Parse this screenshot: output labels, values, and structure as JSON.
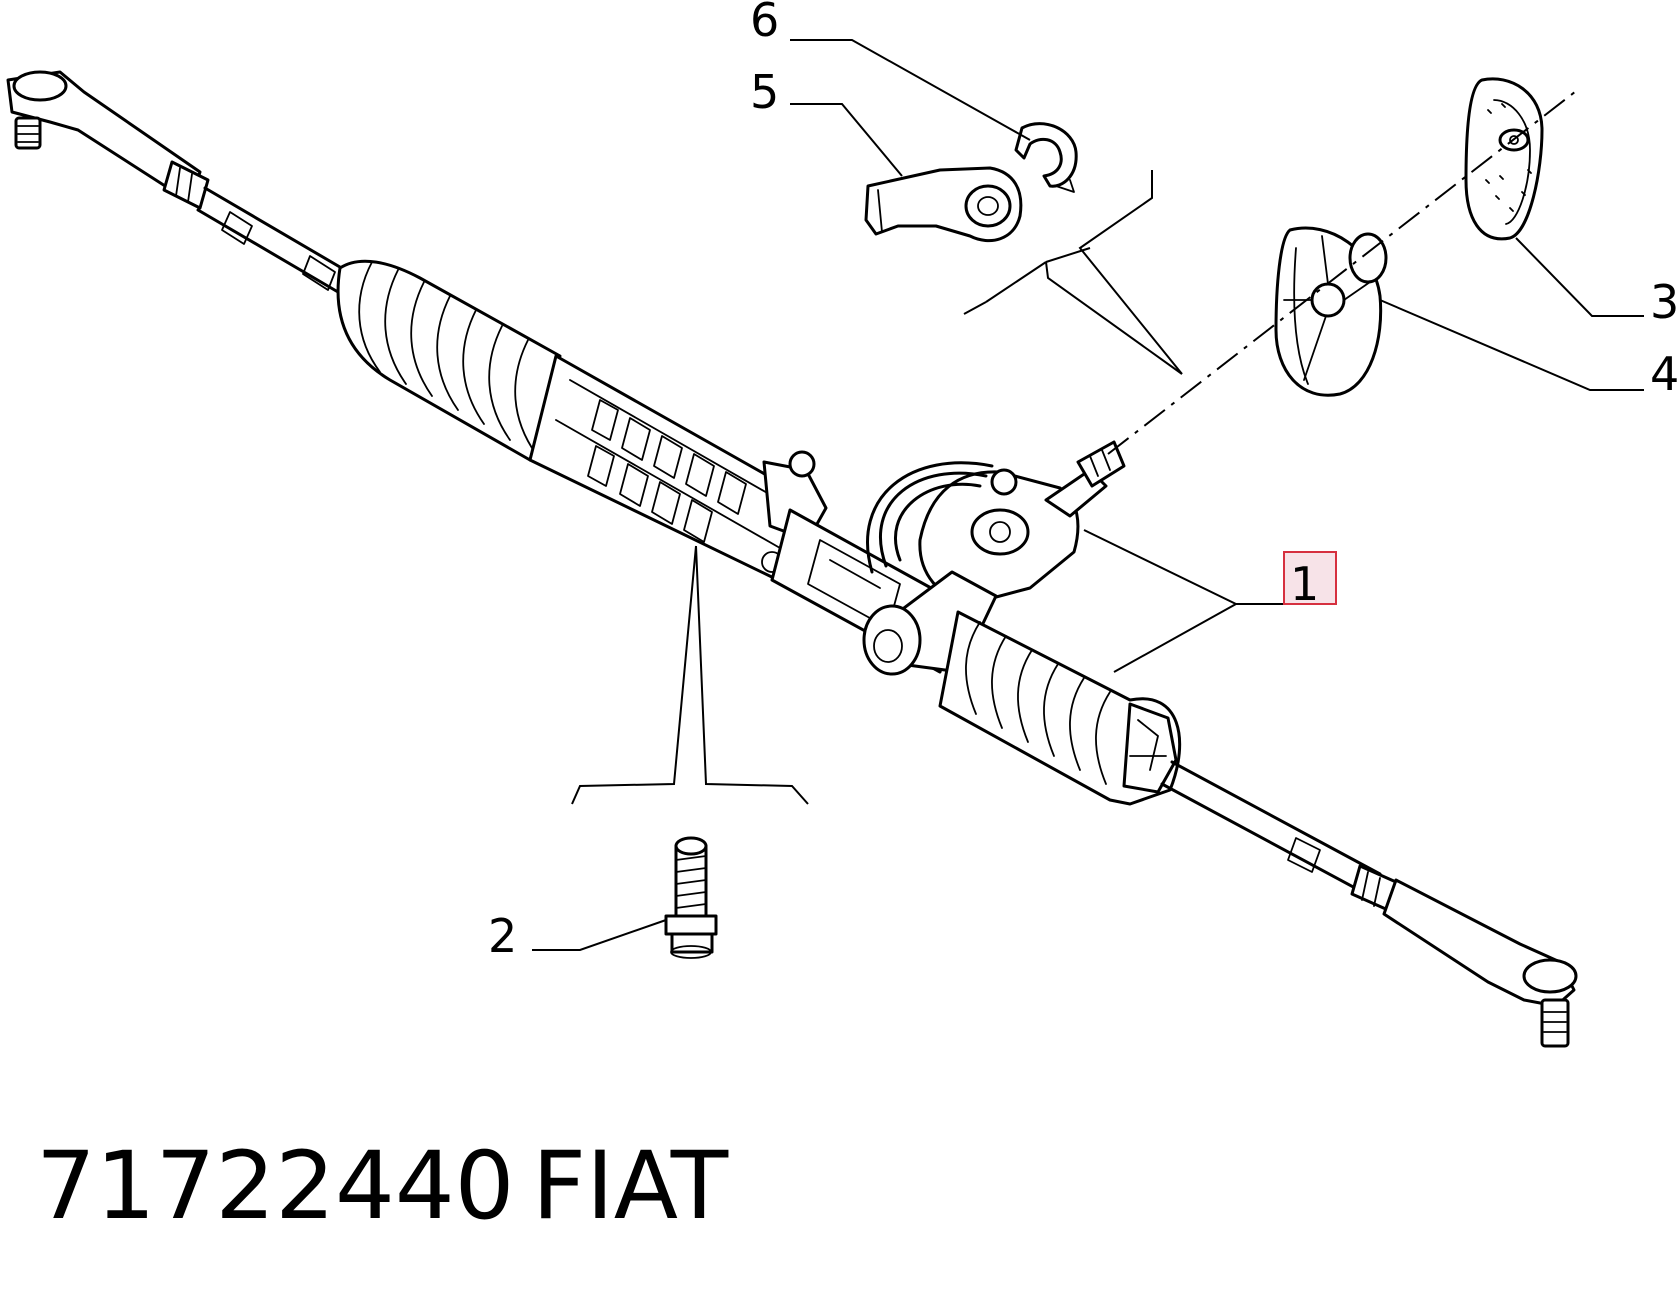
{
  "callouts": [
    {
      "id": "1",
      "label": "1",
      "highlighted": true
    },
    {
      "id": "2",
      "label": "2"
    },
    {
      "id": "3",
      "label": "3"
    },
    {
      "id": "4",
      "label": "4"
    },
    {
      "id": "5",
      "label": "5"
    },
    {
      "id": "6",
      "label": "6"
    }
  ],
  "footer": {
    "part_number": "71722440",
    "brand": "FIAT"
  },
  "colors": {
    "line": "#000000",
    "background": "#ffffff",
    "highlight_fill": "#f7e3e8",
    "highlight_stroke": "#d6303f"
  }
}
